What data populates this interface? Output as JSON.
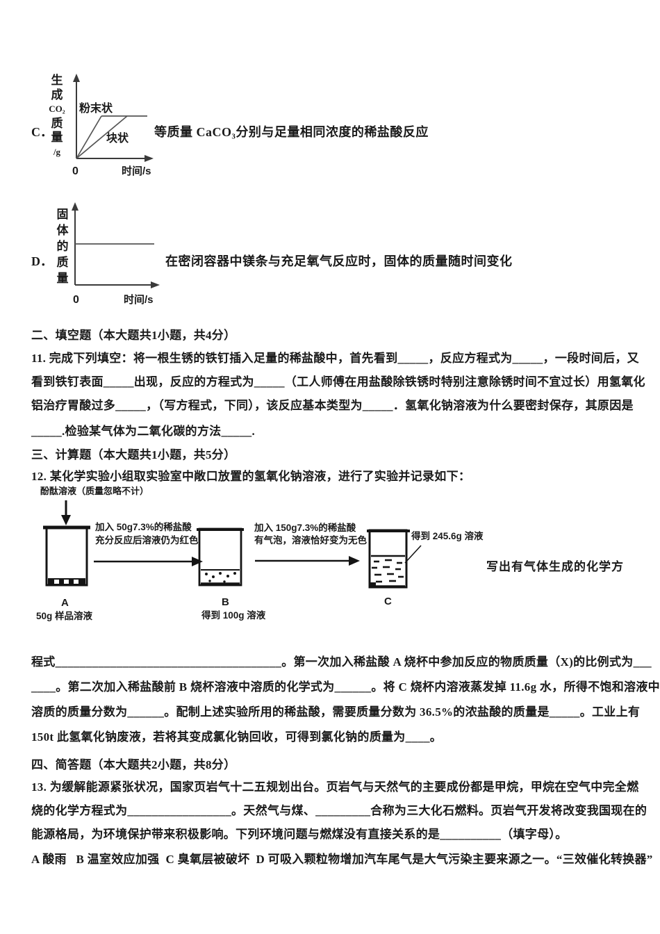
{
  "page": {
    "bg": "#ffffff",
    "text_color": "#1a1a1a"
  },
  "optionC": {
    "label": "C．",
    "desc": "等质量 CaCO₃分别与足量相同浓度的稀盐酸反应",
    "graph": {
      "type": "line-sketch",
      "ylabel_lines": [
        "生",
        "成",
        "CO₂",
        "质",
        "量",
        "/g"
      ],
      "origin_label": "0",
      "xlabel": "时间/s",
      "curve_fast_label": "粉末状",
      "curve_slow_label": "块状"
    }
  },
  "optionD": {
    "label": "D．",
    "desc": "在密闭容器中镁条与充足氧气反应时，固体的质量随时间变化",
    "graph": {
      "type": "line-sketch",
      "ylabel_lines": [
        "固",
        "体",
        "的",
        "质",
        "量"
      ],
      "origin_label": "0",
      "xlabel": "时间/s"
    }
  },
  "section2": {
    "heading": "二、填空题（本大题共1小题，共4分）",
    "q11_lines": [
      "11. 完成下列填空：将一根生锈的铁钉插入足量的稀盐酸中，首先看到_____，反应方程式为_____，一段时间后，又",
      "看到铁钉表面_____出现，反应的方程式为_____（工人师傅在用盐酸除铁锈时特别注意除锈时间不宜过长）用氢氧化",
      "铝治疗胃酸过多_____，（写方程式，下同），该反应基本类型为_____．氢氧化钠溶液为什么要密封保存，其原因是",
      "_____.检验某气体为二氧化碳的方法_____."
    ]
  },
  "section3": {
    "heading": "三、计算题（本大题共1小题，共5分）",
    "q12_intro": "12. 某化学实验小组取实验室中敞口放置的氢氧化钠溶液，进行了实验并记录如下：",
    "diagram": {
      "phenolphthalein": "酚酞溶液（质量忽略不计）",
      "beakers": [
        {
          "label": "A",
          "caption": "50g 样品溶液"
        },
        {
          "label": "B",
          "caption": "得到 100g 溶液"
        },
        {
          "label": "C",
          "caption": "得到 245.6g 溶液"
        }
      ],
      "arrow1_line1": "加入 50g7.3%的稀盐酸",
      "arrow1_line2": "充分反应后溶液仍为红色",
      "arrow2_line1": "加入 150g7.3%的稀盐酸",
      "arrow2_line2": "有气泡，溶液恰好变为无色",
      "side_note": "写出有气体生成的化学方"
    },
    "q12_lines": [
      "程式_____________________________________。第一次加入稀盐酸 A 烧杯中参加反应的物质质量（X)的比例式为___",
      "____。第二次加入稀盐酸前 B 烧杯溶液中溶质的化学式为______。将 C 烧杯内溶液蒸发掉 11.6g 水，所得不饱和溶液中",
      "溶质的质量分数为______。配制上述实验所用的稀盐酸，需要质量分数为 36.5%的浓盐酸的质量是_____。工业上有",
      "150t 此氢氧化钠废液，若将其变成氯化钠回收，可得到氯化钠的质量为____。"
    ]
  },
  "section4": {
    "heading": "四、简答题（本大题共2小题，共8分）",
    "q13_lines": [
      "13. 为缓解能源紧张状况，国家页岩气十二五规划出台。页岩气与天然气的主要成份都是甲烷，甲烷在空气中完全燃",
      "烧的化学方程式为_________________。天然气与煤、_________合称为三大化石燃料。页岩气开发将改变我国现在的",
      "能源格局，为环境保护带来积极影响。下列环境问题与燃煤没有直接关系的是__________（填字母）。",
      "A 酸雨   B 温室效应加强  C 臭氧层被破坏  D 可吸入颗粒物增加汽车尾气是大气污染主要来源之一。“三效催化转换器”"
    ]
  }
}
